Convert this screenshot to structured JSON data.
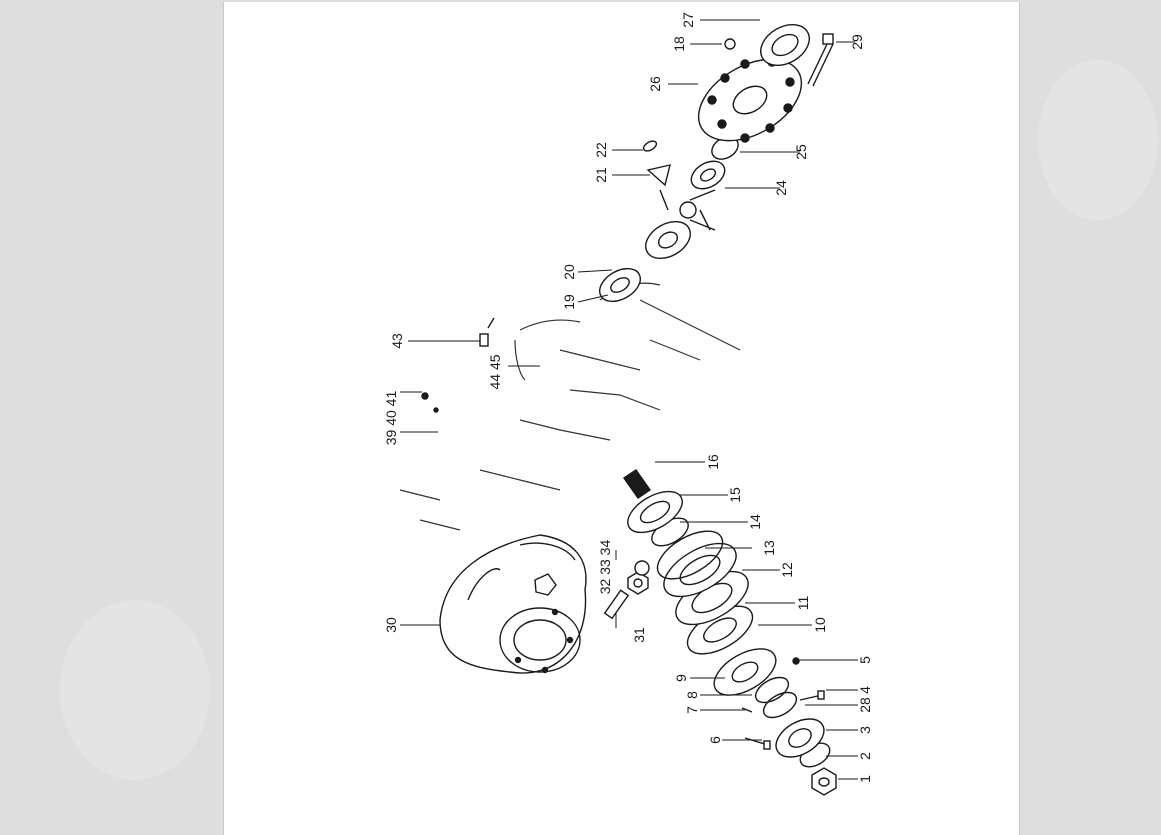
{
  "viewer": {
    "background": "#dcdcdc",
    "page_color": "#ffffff",
    "line_color": "#1a1a1a"
  },
  "diagram": {
    "labels": [
      "1",
      "2",
      "3",
      "28",
      "4",
      "5",
      "6",
      "7",
      "8",
      "9",
      "10",
      "11",
      "12",
      "13",
      "14",
      "15",
      "16",
      "31",
      "32 33 34",
      "30",
      "39 40 41",
      "43",
      "44 45",
      "19",
      "20",
      "21",
      "22",
      "24",
      "25",
      "26",
      "18",
      "27",
      "29"
    ]
  }
}
